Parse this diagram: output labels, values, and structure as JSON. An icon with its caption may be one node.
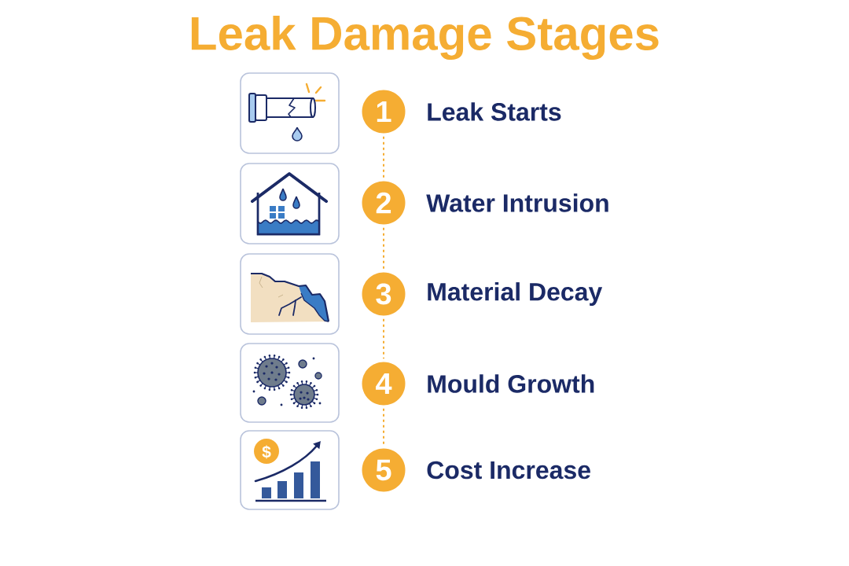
{
  "diagram": {
    "title": "Leak Damage Stages",
    "nodes": [
      {
        "text": [
          "1"
        ],
        "beside": [
          "Leak Starts"
        ]
      },
      {
        "text": [
          "2"
        ],
        "beside": [
          "Water Intrusion"
        ]
      },
      {
        "text": [
          "3"
        ],
        "beside": [
          "Material Decay"
        ]
      },
      {
        "text": [
          "4"
        ],
        "beside": [
          "Mould Growth"
        ]
      },
      {
        "text": [
          "5"
        ],
        "beside": [
          "Cost Increase"
        ]
      }
    ],
    "edges": [
      {
        "from": 0,
        "to": 1,
        "arrow": "none",
        "style": "dashed"
      },
      {
        "from": 1,
        "to": 2,
        "arrow": "none",
        "style": "dashed"
      },
      {
        "from": 2,
        "to": 3,
        "arrow": "none",
        "style": "dashed"
      },
      {
        "from": 3,
        "to": 4,
        "arrow": "none",
        "style": "dashed"
      }
    ],
    "labels": [
      "$"
    ]
  }
}
